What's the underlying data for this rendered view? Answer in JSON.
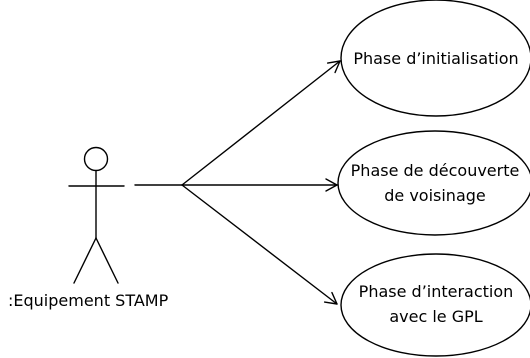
{
  "actor": {
    "label": ":Equipement STAMP"
  },
  "use_cases": [
    {
      "line1": "Phase d’initialisation",
      "line2": ""
    },
    {
      "line1": "Phase de découverte",
      "line2": "de voisinage"
    },
    {
      "line1": "Phase d’interaction",
      "line2": "avec le GPL"
    }
  ]
}
